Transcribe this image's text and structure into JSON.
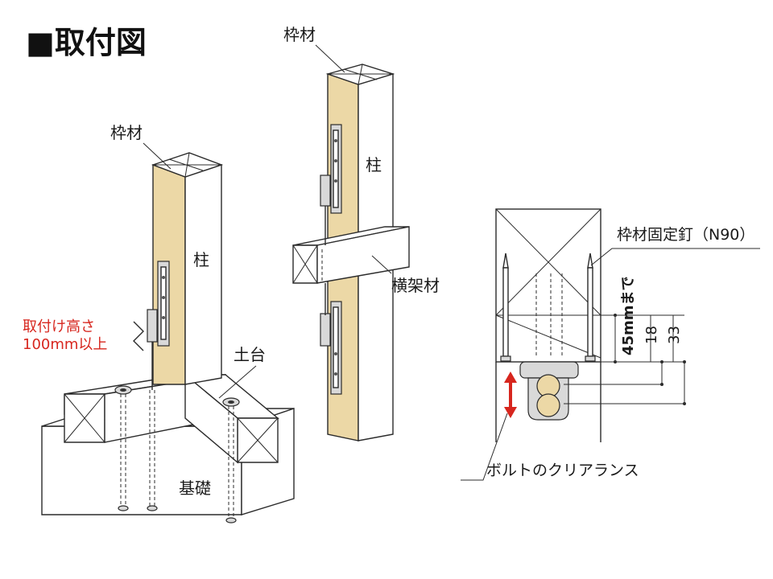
{
  "title": "■取付図",
  "left_figure": {
    "frame_label": "枠材",
    "post_label": "柱",
    "height_label_line1": "取付け高さ",
    "height_label_line2": "100mm以上",
    "sill_label": "土台",
    "foundation_label": "基礎"
  },
  "middle_figure": {
    "frame_label": "枠材",
    "post_label": "柱",
    "beam_label": "横架材"
  },
  "right_figure": {
    "nail_label": "枠材固定釘（N90）",
    "depth_label": "45mmまで",
    "dim_18": "18",
    "dim_33": "33",
    "clearance_label": "ボルトのクリアランス"
  },
  "colors": {
    "wood": "#ecd8a6",
    "accent_red": "#d7261e",
    "line": "#2b2b2b"
  }
}
